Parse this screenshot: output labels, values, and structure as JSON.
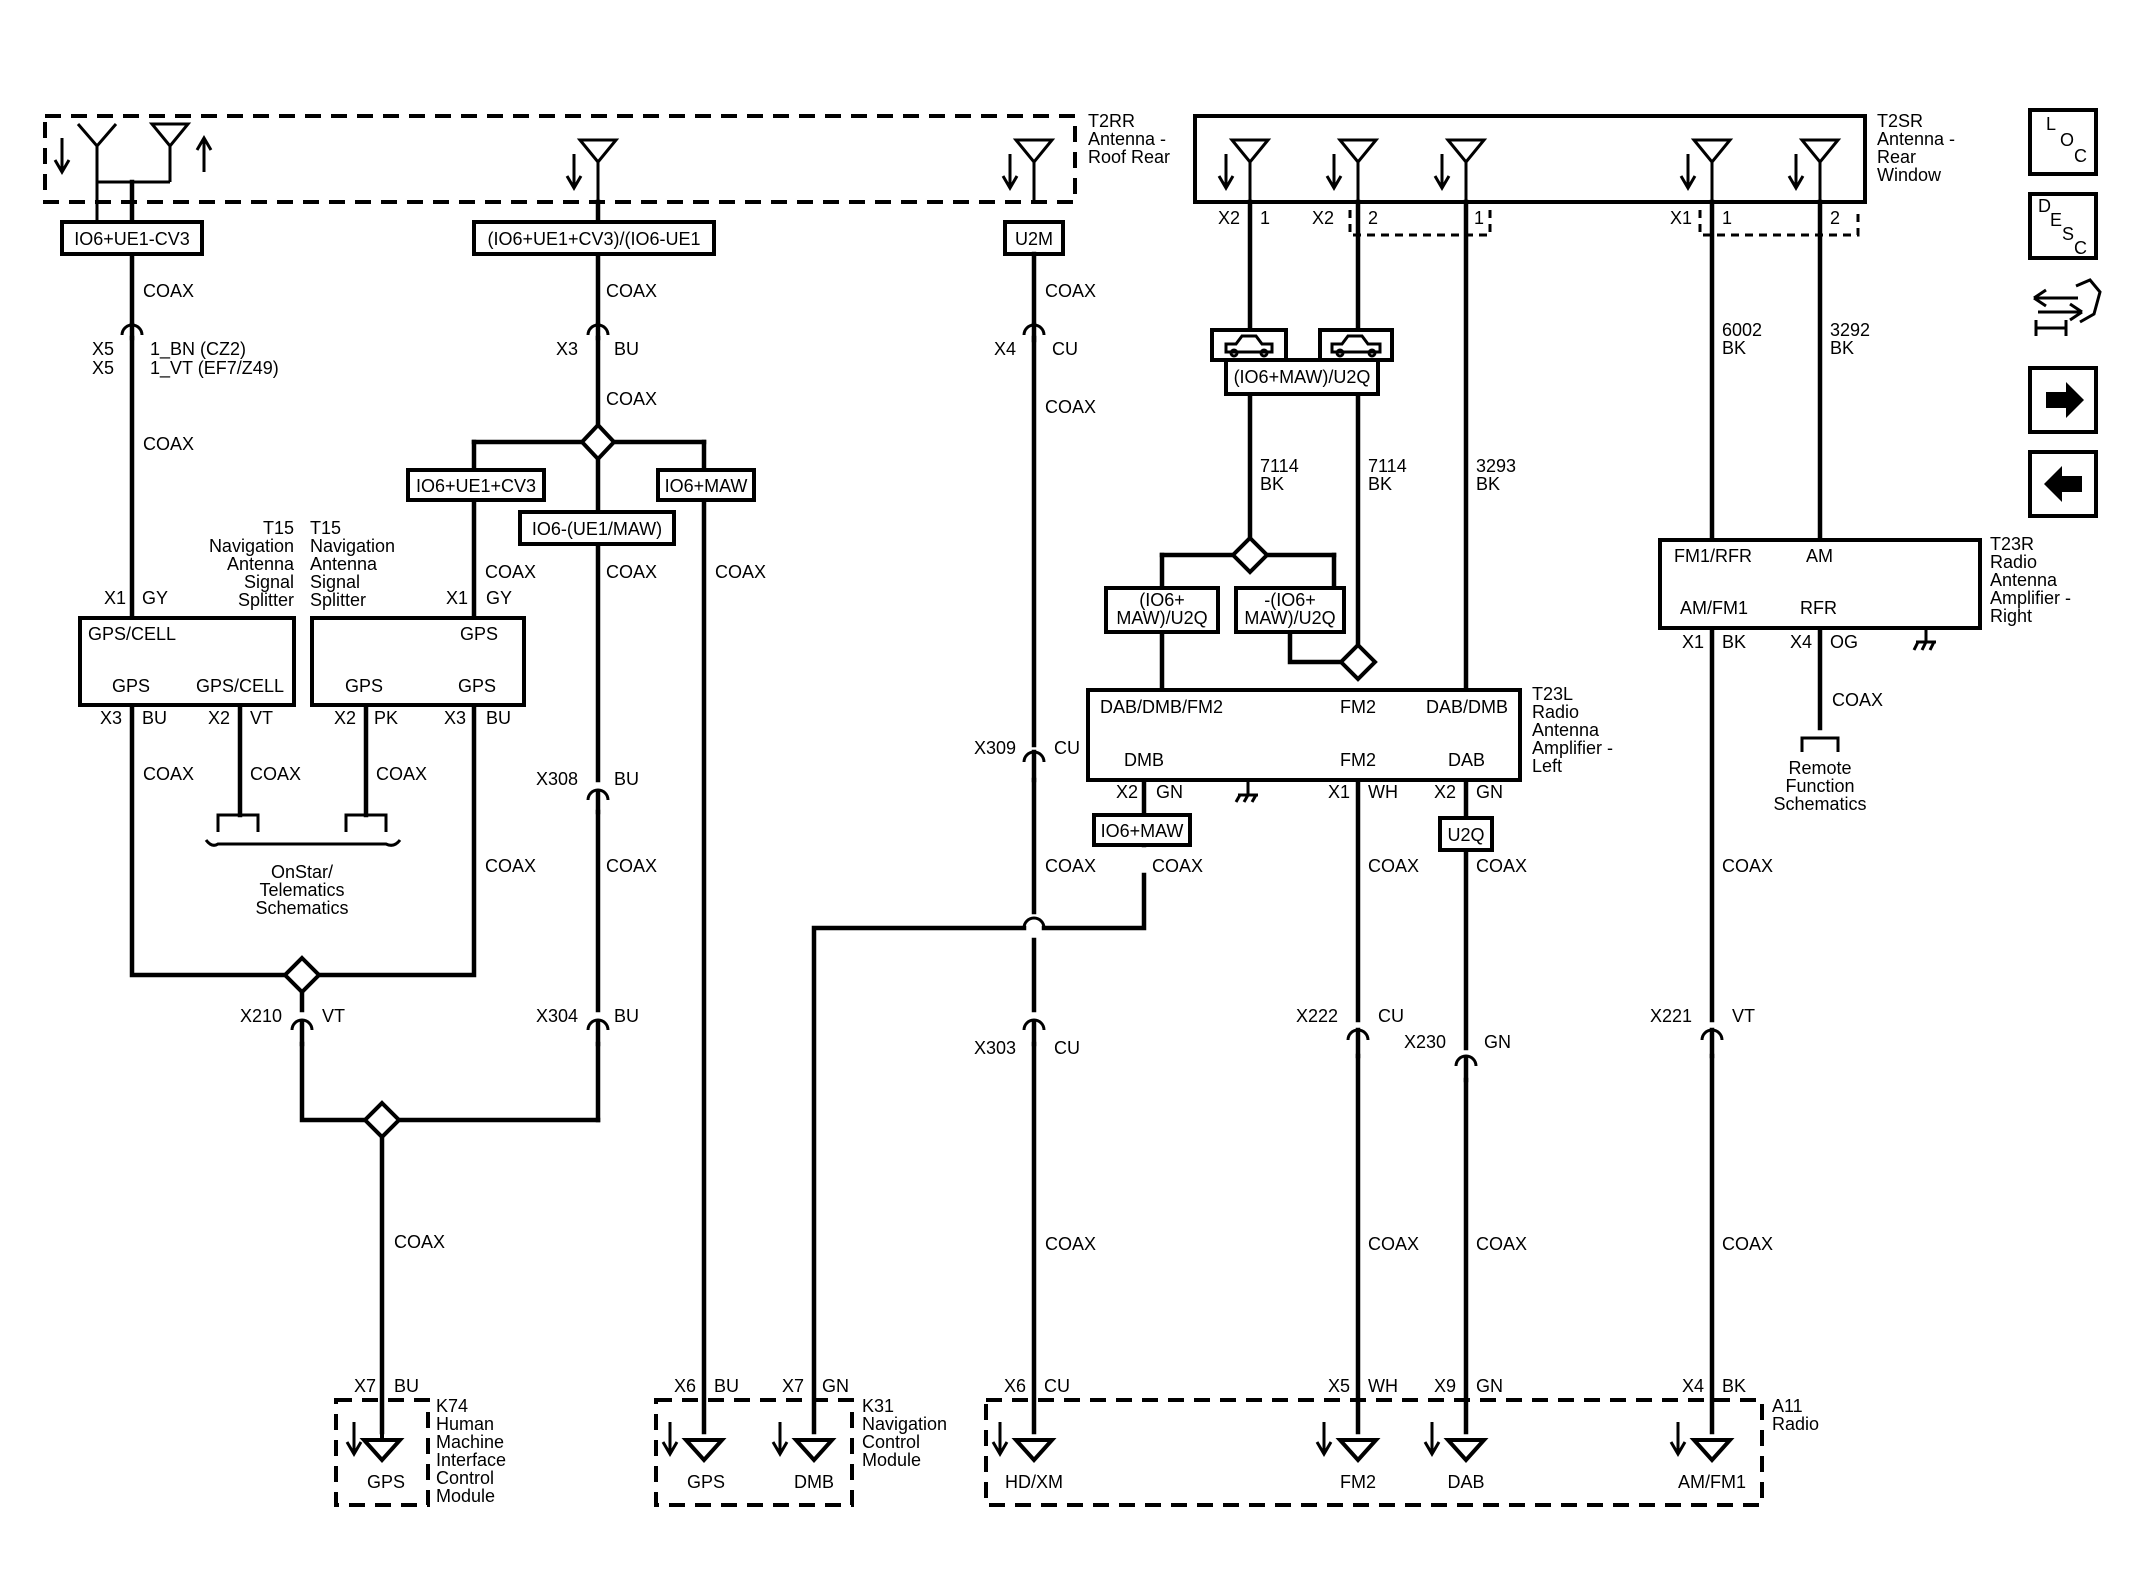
{
  "components": {
    "t2rr": {
      "ref": "T2RR",
      "name": [
        "Antenna -",
        "Roof Rear"
      ]
    },
    "t2sr": {
      "ref": "T2SR",
      "name": [
        "Antenna -",
        "Rear",
        "Window"
      ]
    },
    "t15a": {
      "ref": "T15",
      "name": [
        "Navigation",
        "Antenna",
        "Signal",
        "Splitter"
      ],
      "pins": {
        "top": "GPS/CELL",
        "left": "GPS",
        "right": "GPS/CELL"
      }
    },
    "t15b": {
      "ref": "T15",
      "name": [
        "Navigation",
        "Antenna",
        "Signal",
        "Splitter"
      ],
      "pins": {
        "top": "GPS",
        "left": "GPS",
        "right": "GPS"
      }
    },
    "t23l": {
      "ref": "T23L",
      "name": [
        "Radio",
        "Antenna",
        "Amplifier -",
        "Left"
      ],
      "pins": {
        "top1": "DAB/DMB/FM2",
        "top2": "FM2",
        "top3": "DAB/DMB",
        "bot1": "DMB",
        "bot2": "FM2",
        "bot3": "DAB"
      }
    },
    "t23r": {
      "ref": "T23R",
      "name": [
        "Radio",
        "Antenna",
        "Amplifier -",
        "Right"
      ],
      "pins": {
        "top1": "FM1/RFR",
        "top2": "AM",
        "bot1": "AM/FM1",
        "bot2": "RFR"
      }
    },
    "k74": {
      "ref": "K74",
      "name": [
        "Human",
        "Machine",
        "Interface",
        "Control",
        "Module"
      ],
      "pin": "GPS"
    },
    "k31": {
      "ref": "K31",
      "name": [
        "Navigation",
        "Control",
        "Module"
      ],
      "pin1": "GPS",
      "pin2": "DMB"
    },
    "a11": {
      "ref": "A11",
      "name": [
        "Radio"
      ],
      "pins": [
        "HD/XM",
        "FM2",
        "DAB",
        "AM/FM1"
      ]
    }
  },
  "options": {
    "o1": "IO6+UE1-CV3",
    "o2": "(IO6+UE1+CV3)/(IO6-UE1",
    "o3": "U2M",
    "o4": "IO6+UE1+CV3",
    "o5": "IO6-(UE1/MAW)",
    "o6": "IO6+MAW",
    "o7": "(IO6+MAW)/U2Q",
    "o8a": "(IO6+",
    "o8b": "MAW)/U2Q",
    "o9a": "-(IO6+",
    "o9b": "MAW)/U2Q",
    "o10": "IO6+MAW",
    "o11": "U2Q"
  },
  "wire": {
    "coax": "COAX",
    "w7114": "7114",
    "w3293": "3293",
    "w6002": "6002",
    "w3292": "3292",
    "bk": "BK"
  },
  "conn": {
    "x1": "X1",
    "x2": "X2",
    "x3": "X3",
    "x4": "X4",
    "x5": "X5",
    "x6": "X6",
    "x7": "X7",
    "x9": "X9",
    "x210": "X210",
    "x304": "X304",
    "x308": "X308",
    "x309": "X309",
    "x303": "X303",
    "x222": "X222",
    "x230": "X230",
    "x221": "X221",
    "p1": "1",
    "p2": "2",
    "bu": "BU",
    "cu": "CU",
    "gy": "GY",
    "vt": "VT",
    "pk": "PK",
    "gn": "GN",
    "wh": "WH",
    "og": "OG",
    "bk": "BK",
    "x5a": "1_BN (CZ2)",
    "x5b": "1_VT (EF7/Z49)"
  },
  "refs": {
    "onstar": [
      "OnStar/",
      "Telematics",
      "Schematics"
    ],
    "remote": [
      "Remote",
      "Function",
      "Schematics"
    ]
  },
  "nav": {
    "loc": [
      "L",
      "O",
      "C"
    ],
    "desc": [
      "D",
      "E",
      "S",
      "C"
    ]
  }
}
